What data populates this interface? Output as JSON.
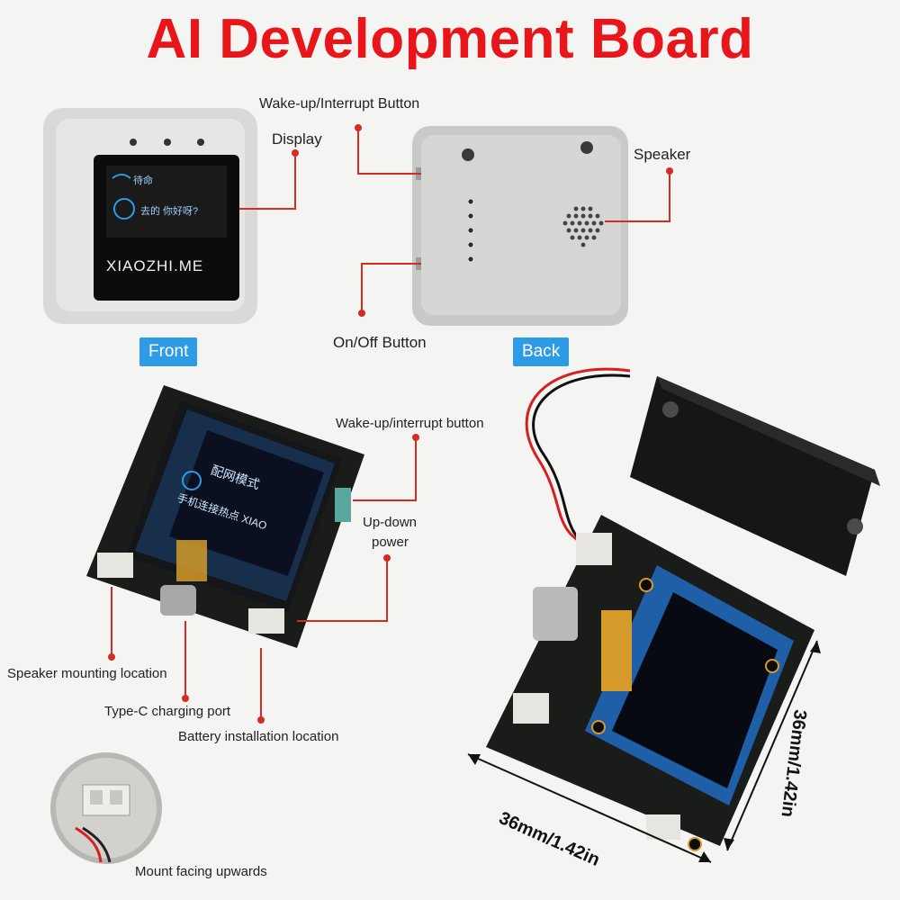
{
  "title": "AI Development Board",
  "device_screen": {
    "line1": "待命",
    "line2": "去的  你好呀?",
    "brand": "XIAOZHI.ME"
  },
  "board_screen": {
    "line1": "配网模式",
    "line2": "手机连接热点 XIAO"
  },
  "labels": {
    "display": "Display",
    "wake_interrupt_button_top": "Wake-up/Interrupt Button",
    "speaker": "Speaker",
    "on_off_button": "On/Off Button",
    "wake_interrupt_button_board": "Wake-up/interrupt button",
    "up_down_power_line1": "Up-down",
    "up_down_power_line2": "power",
    "speaker_mounting": "Speaker mounting location",
    "type_c_port": "Type-C charging port",
    "battery_location": "Battery installation location",
    "mount_facing": "Mount facing upwards"
  },
  "badges": {
    "front": "Front",
    "back": "Back"
  },
  "dimensions": {
    "width": "36mm/1.42in",
    "height": "36mm/1.42in"
  },
  "colors": {
    "title": "#e8161a",
    "leader": "#d42b24",
    "badge": "#2d9be6",
    "pcb": "#1a1c1a",
    "oled_blue": "#1e5fa8"
  }
}
